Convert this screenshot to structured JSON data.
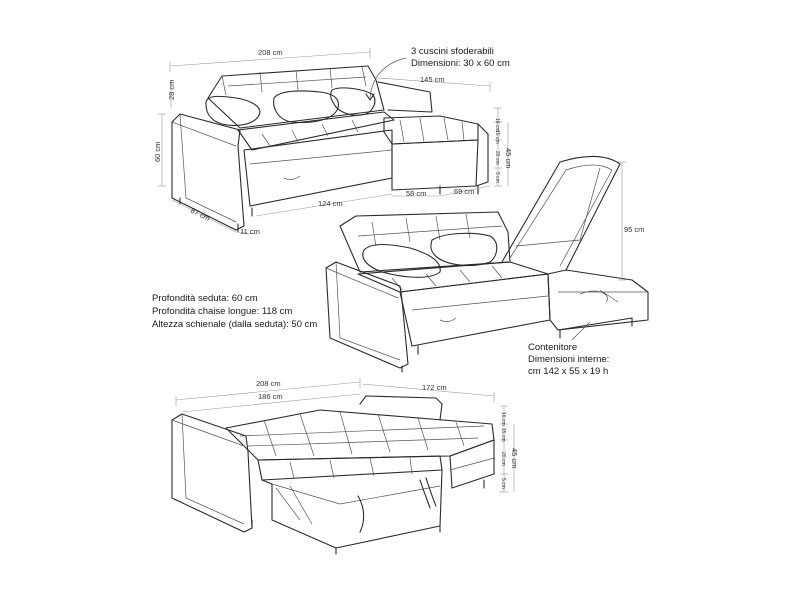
{
  "notes": {
    "cushions_line1": "3 cuscini sfoderabili",
    "cushions_line2": "Dimensioni: 30 x 60 cm",
    "depth_seat": "Profondità seduta: 60 cm",
    "depth_chaise": "Profondità chaise longue: 118 cm",
    "backrest_height": "Altezza schienale (dalla seduta): 50 cm",
    "storage_title": "Contenitore",
    "storage_sub": "Dimensioni interne:",
    "storage_dims": "cm 142 x 55 x 19 h"
  },
  "top_view": {
    "width_total": "208 cm",
    "back_height": "28 cm",
    "chaise_width": "145 cm",
    "seat_height": "60 cm",
    "depth": "87 cm",
    "arm_width": "11 cm",
    "seat_width": "124 cm",
    "chaise_depth": "58 cm",
    "chaise_len": "69 cm",
    "side_back": "16 cm",
    "side_cushion": "15 cm",
    "side_total": "45 cm",
    "side_base": "20 cm",
    "side_feet": "5 cm"
  },
  "middle_view": {
    "lift_height": "95 cm"
  },
  "bottom_view": {
    "width_total": "208 cm",
    "bed_width": "186 cm",
    "bed_length": "172 cm",
    "side_back": "16 cm",
    "side_cushion": "15 cm",
    "side_total": "45 cm",
    "side_base": "20 cm",
    "side_feet": "5 cm"
  }
}
